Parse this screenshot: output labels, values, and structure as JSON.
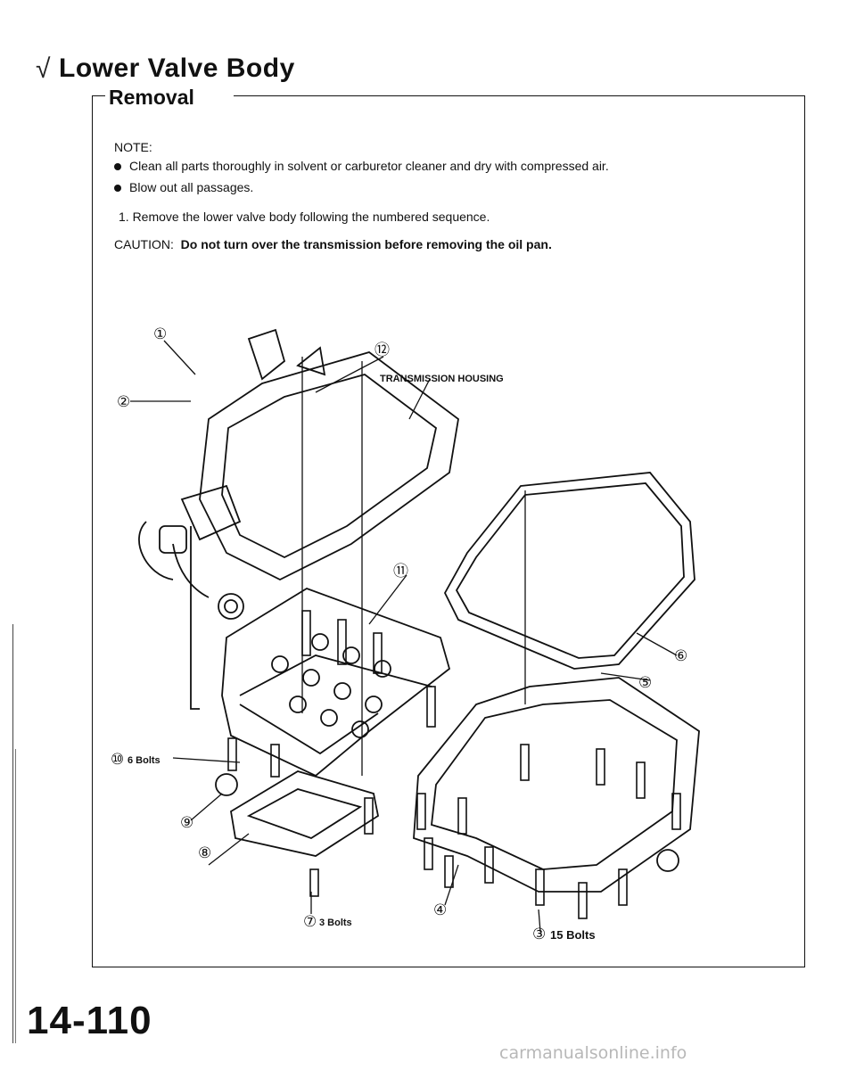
{
  "section_title": "Lower Valve Body",
  "subsection_title": "Removal",
  "note_label": "NOTE:",
  "notes": [
    "Clean all parts thoroughly in solvent or carburetor cleaner and dry with compressed air.",
    "Blow out all passages."
  ],
  "step_1": "1.  Remove the lower valve body following the numbered sequence.",
  "caution_label": "CAUTION:",
  "caution_text": "Do not turn over the transmission before removing the oil pan.",
  "diagram": {
    "housing_label": "TRANSMISSION HOUSING",
    "callouts": [
      "①",
      "②",
      "③",
      "④",
      "⑤",
      "⑥",
      "⑦",
      "⑧",
      "⑨",
      "⑩",
      "⑪",
      "⑫"
    ],
    "bolts_10_text": "6 Bolts",
    "bolts_7_text": "3 Bolts",
    "bolts_3_text": "15 Bolts"
  },
  "page_number": "14-110",
  "watermark": "carmanualsonline.info"
}
